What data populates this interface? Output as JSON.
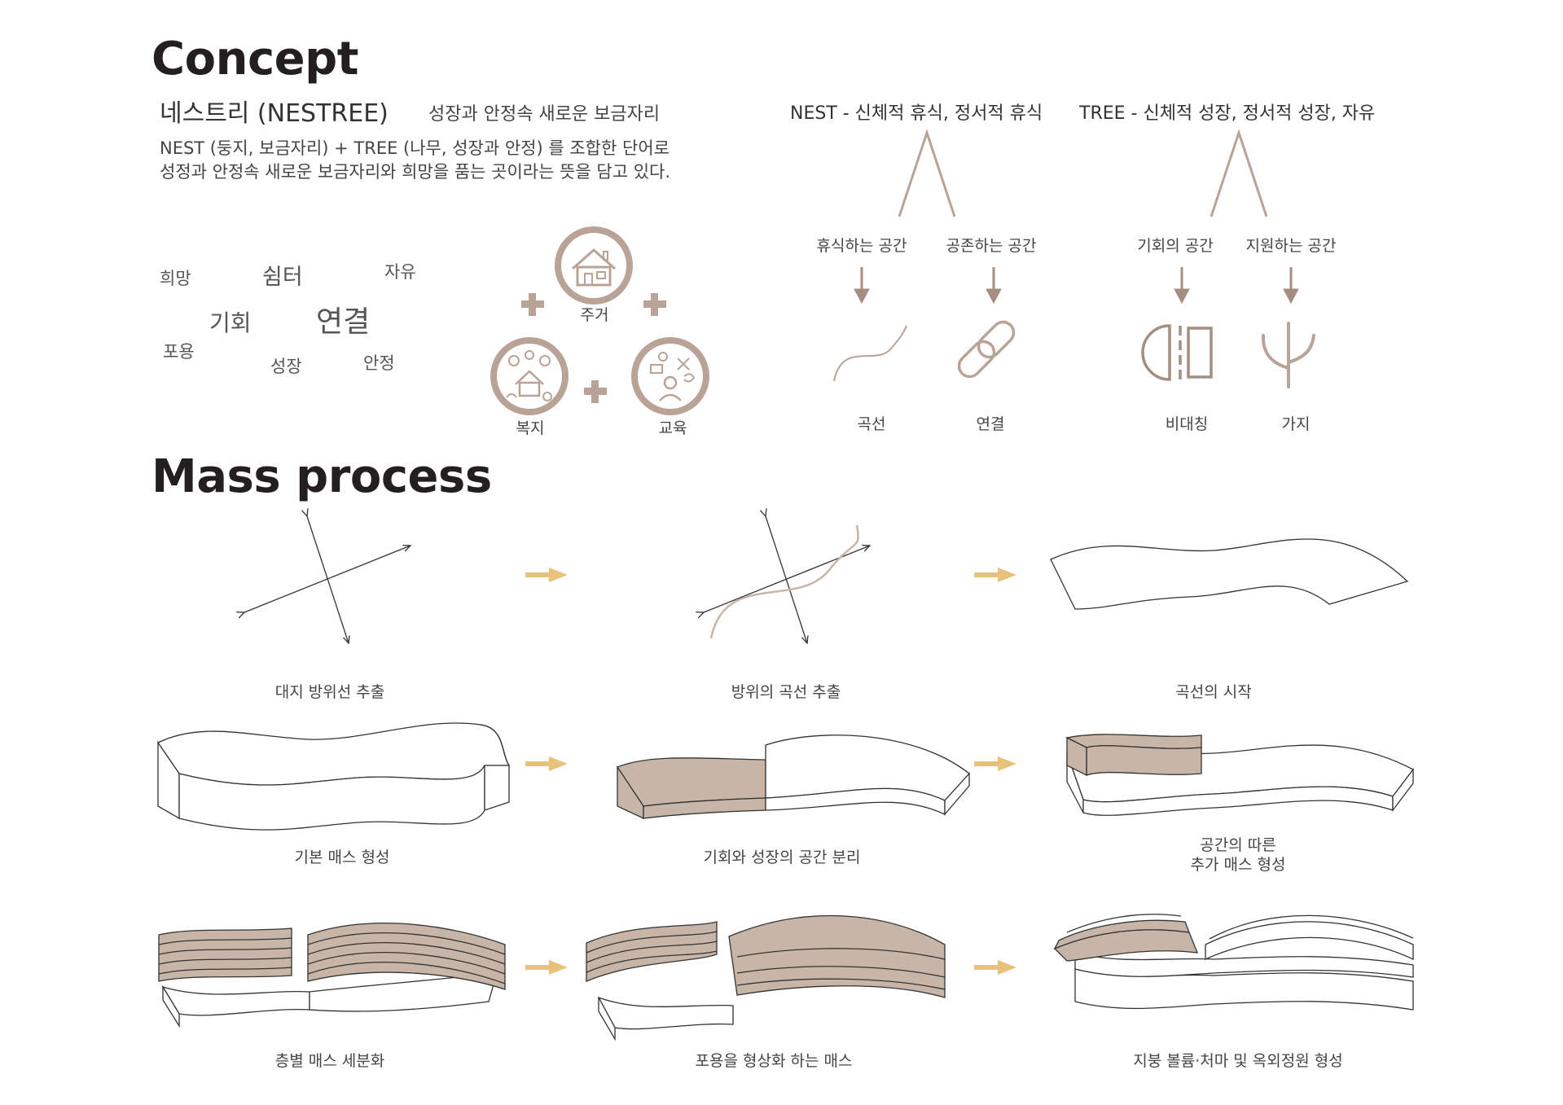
{
  "concept": {
    "title": "Concept",
    "subtitle": "네스트리 (NESTREE)",
    "subtitle_tag": "성장과 안정속 새로운 보금자리",
    "desc_line1": "NEST (둥지, 보금자리) + TREE (나무, 성장과 안정) 를 조합한 단어로",
    "desc_line2": "성정과 안정속 새로운 보금자리와 희망을 품는 곳이라는 뜻을 담고 있다.",
    "words": [
      "희망",
      "쉼터",
      "자유",
      "기회",
      "연결",
      "포용",
      "성장",
      "안정"
    ],
    "circles": {
      "top": "주거",
      "left": "복지",
      "right": "교육"
    },
    "nest_heading": "NEST - 신체적 휴식, 정서적 휴식",
    "tree_heading": "TREE - 신체적 성장, 정서적 성장, 자유",
    "branches": [
      {
        "space": "휴식하는 공간",
        "form": "곡선",
        "icon": "curve-icon"
      },
      {
        "space": "공존하는 공간",
        "form": "연결",
        "icon": "chain-link-icon"
      },
      {
        "space": "기회의 공간",
        "form": "비대칭",
        "icon": "asymmetry-icon"
      },
      {
        "space": "지원하는 공간",
        "form": "가지",
        "icon": "branch-icon"
      }
    ]
  },
  "mass": {
    "title": "Mass process",
    "steps": [
      {
        "caption": "대지 방위선 추출"
      },
      {
        "caption": "방위의 곡선 추출"
      },
      {
        "caption": "곡선의 시작"
      },
      {
        "caption": "기본 매스 형성"
      },
      {
        "caption": "기회와 성장의 공간 분리"
      },
      {
        "caption_line1": "공간의 따른",
        "caption_line2": "추가 매스 형성"
      },
      {
        "caption": "층별 매스 세분화"
      },
      {
        "caption": "포용을 형상화 하는 매스"
      },
      {
        "caption": "지붕 볼륨·처마 및 옥외정원 형성"
      }
    ]
  },
  "colors": {
    "accent": "#b9a397",
    "fill": "#c7b5a8",
    "arrow": "#e8c27a",
    "line": "#333333"
  }
}
